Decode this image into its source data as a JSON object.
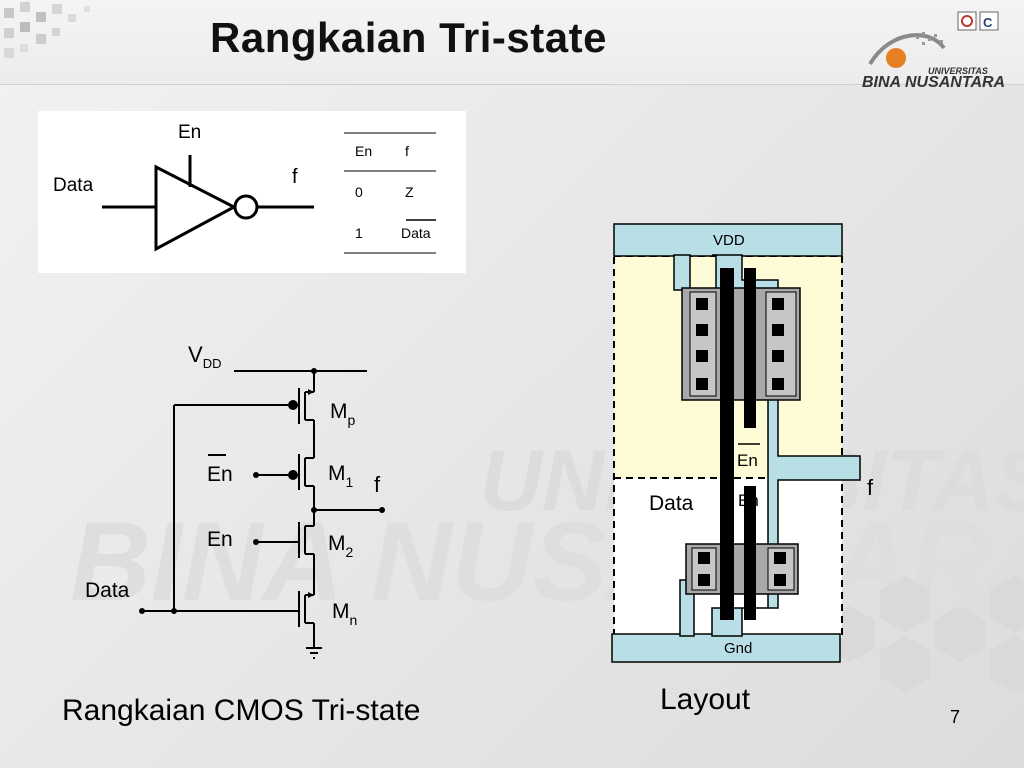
{
  "slide": {
    "title": "Rangkaian Tri-state",
    "page_number": "7",
    "logo": {
      "line1": "UNIVERSITAS",
      "line2": "BINA NUSANTARA"
    },
    "watermark": {
      "line1": "UNIVERSITAS",
      "line2": "BINA NUSANTARA"
    }
  },
  "symbol": {
    "en": "En",
    "data": "Data",
    "f": "f"
  },
  "truth_table": {
    "headers": [
      "En",
      "f"
    ],
    "rows": [
      [
        "0",
        "Z"
      ],
      [
        "1",
        "Data"
      ]
    ]
  },
  "cmos": {
    "vdd": "V",
    "vdd_sub": "DD",
    "mp": "M",
    "mp_sub": "p",
    "m1": "M",
    "m1_sub": "1",
    "m2": "M",
    "m2_sub": "2",
    "mn": "M",
    "mn_sub": "n",
    "en_bar": "En",
    "en": "En",
    "data": "Data",
    "f": "f",
    "caption": "Rangkaian CMOS Tri-state"
  },
  "layout": {
    "vdd": "VDD",
    "gnd": "Gnd",
    "data": "Data",
    "en_bar": "En",
    "en": "En",
    "f": "f",
    "caption": "Layout"
  }
}
